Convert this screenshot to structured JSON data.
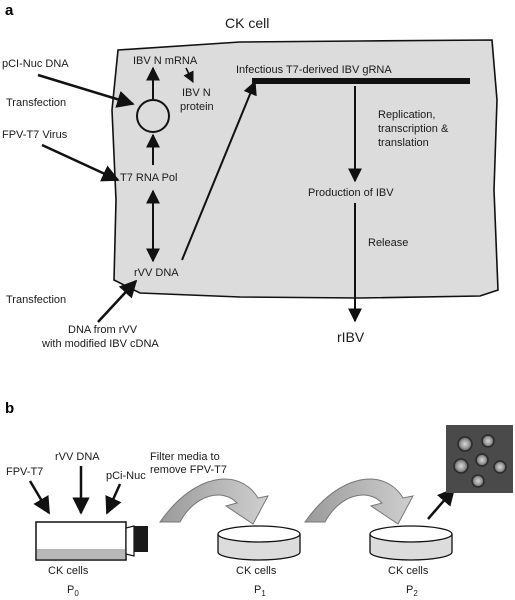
{
  "panel_a": {
    "letter": "a",
    "cell_title": "CK cell",
    "labels": {
      "pci_nuc_dna": "pCI-Nuc DNA",
      "transfection_top": "Transfection",
      "fpv_t7_virus": "FPV-T7 Virus",
      "ibv_n_mrna": "IBV N mRNA",
      "ibv_n_protein_1": "IBV N",
      "ibv_n_protein_2": "protein",
      "t7_rna_pol": "T7 RNA Pol",
      "rvv_dna": "rVV DNA",
      "transfection_bottom": "Transfection",
      "dna_from_rvv_1": "DNA from rVV",
      "dna_from_rvv_2": "with modified IBV cDNA",
      "infectious_grna": "Infectious T7-derived IBV gRNA",
      "replication_1": "Replication,",
      "replication_2": "transcription &",
      "replication_3": "translation",
      "production": "Production of IBV",
      "release": "Release",
      "ribv": "rIBV"
    }
  },
  "panel_b": {
    "letter": "b",
    "labels": {
      "fpv_t7": "FPV-T7",
      "rvv_dna": "rVV DNA",
      "pci_nuc": "pCi-Nuc",
      "filter_1": "Filter media to",
      "filter_2": "remove FPV-T7",
      "ck_cells_0": "CK cells",
      "ck_cells_1": "CK cells",
      "ck_cells_2": "CK cells",
      "p0_base": "P",
      "p0_sub": "0",
      "p1_base": "P",
      "p1_sub": "1",
      "p2_base": "P",
      "p2_sub": "2"
    }
  },
  "colors": {
    "cell_fill": "#dcdcdc",
    "arrow_fill": "#b0b0b0",
    "flask_cap": "#1a1a1a",
    "line": "#111111"
  }
}
